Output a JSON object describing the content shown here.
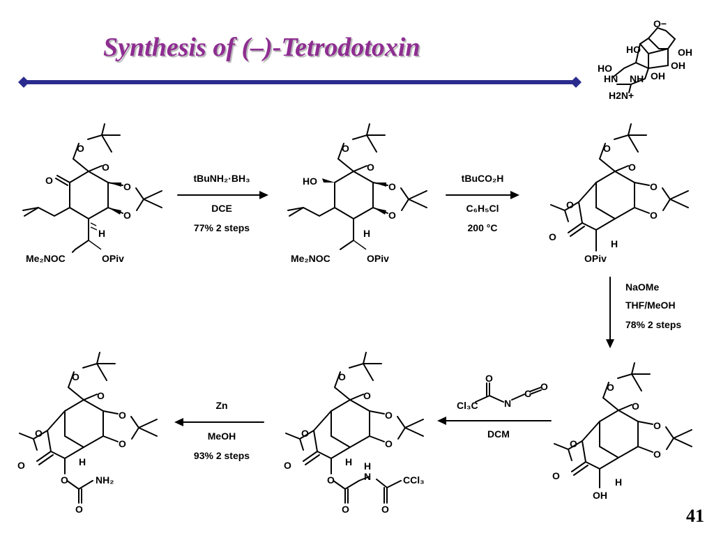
{
  "slide": {
    "title": "Synthesis of (–)-Tetrodotoxin",
    "page_number": "41",
    "title_color": "#8e2d91",
    "rule_color": "#2b2b8f"
  },
  "target_structure": {
    "labels": [
      "O−",
      "HO",
      "OH",
      "OH",
      "HO",
      "HN",
      "NH",
      "OH",
      "H2N+"
    ]
  },
  "steps": [
    {
      "reagent": "tBuNH₂·BH₃",
      "solvent": "DCE",
      "yield": "77% 2 steps"
    },
    {
      "reagent": "tBuCO₂H",
      "solvent": "C₆H₅Cl",
      "yield": "200 °C"
    },
    {
      "reagent": "NaOMe",
      "solvent": "THF/MeOH",
      "yield": "78% 2 steps"
    },
    {
      "reagent": "Cl₃C(C=O)N=C=O",
      "solvent": "DCM",
      "yield": ""
    },
    {
      "reagent": "Zn",
      "solvent": "MeOH",
      "yield": "93% 2 steps"
    }
  ],
  "labels": {
    "o": "O",
    "h": "H",
    "ho": "HO",
    "oh": "OH",
    "opiv": "OPiv",
    "me2noc": "Me₂NOC",
    "nh2": "NH₂",
    "ccl3": "CCl₃",
    "cl3c": "Cl₃C",
    "n": "N",
    "c": "C",
    "nh": "H\nN"
  }
}
